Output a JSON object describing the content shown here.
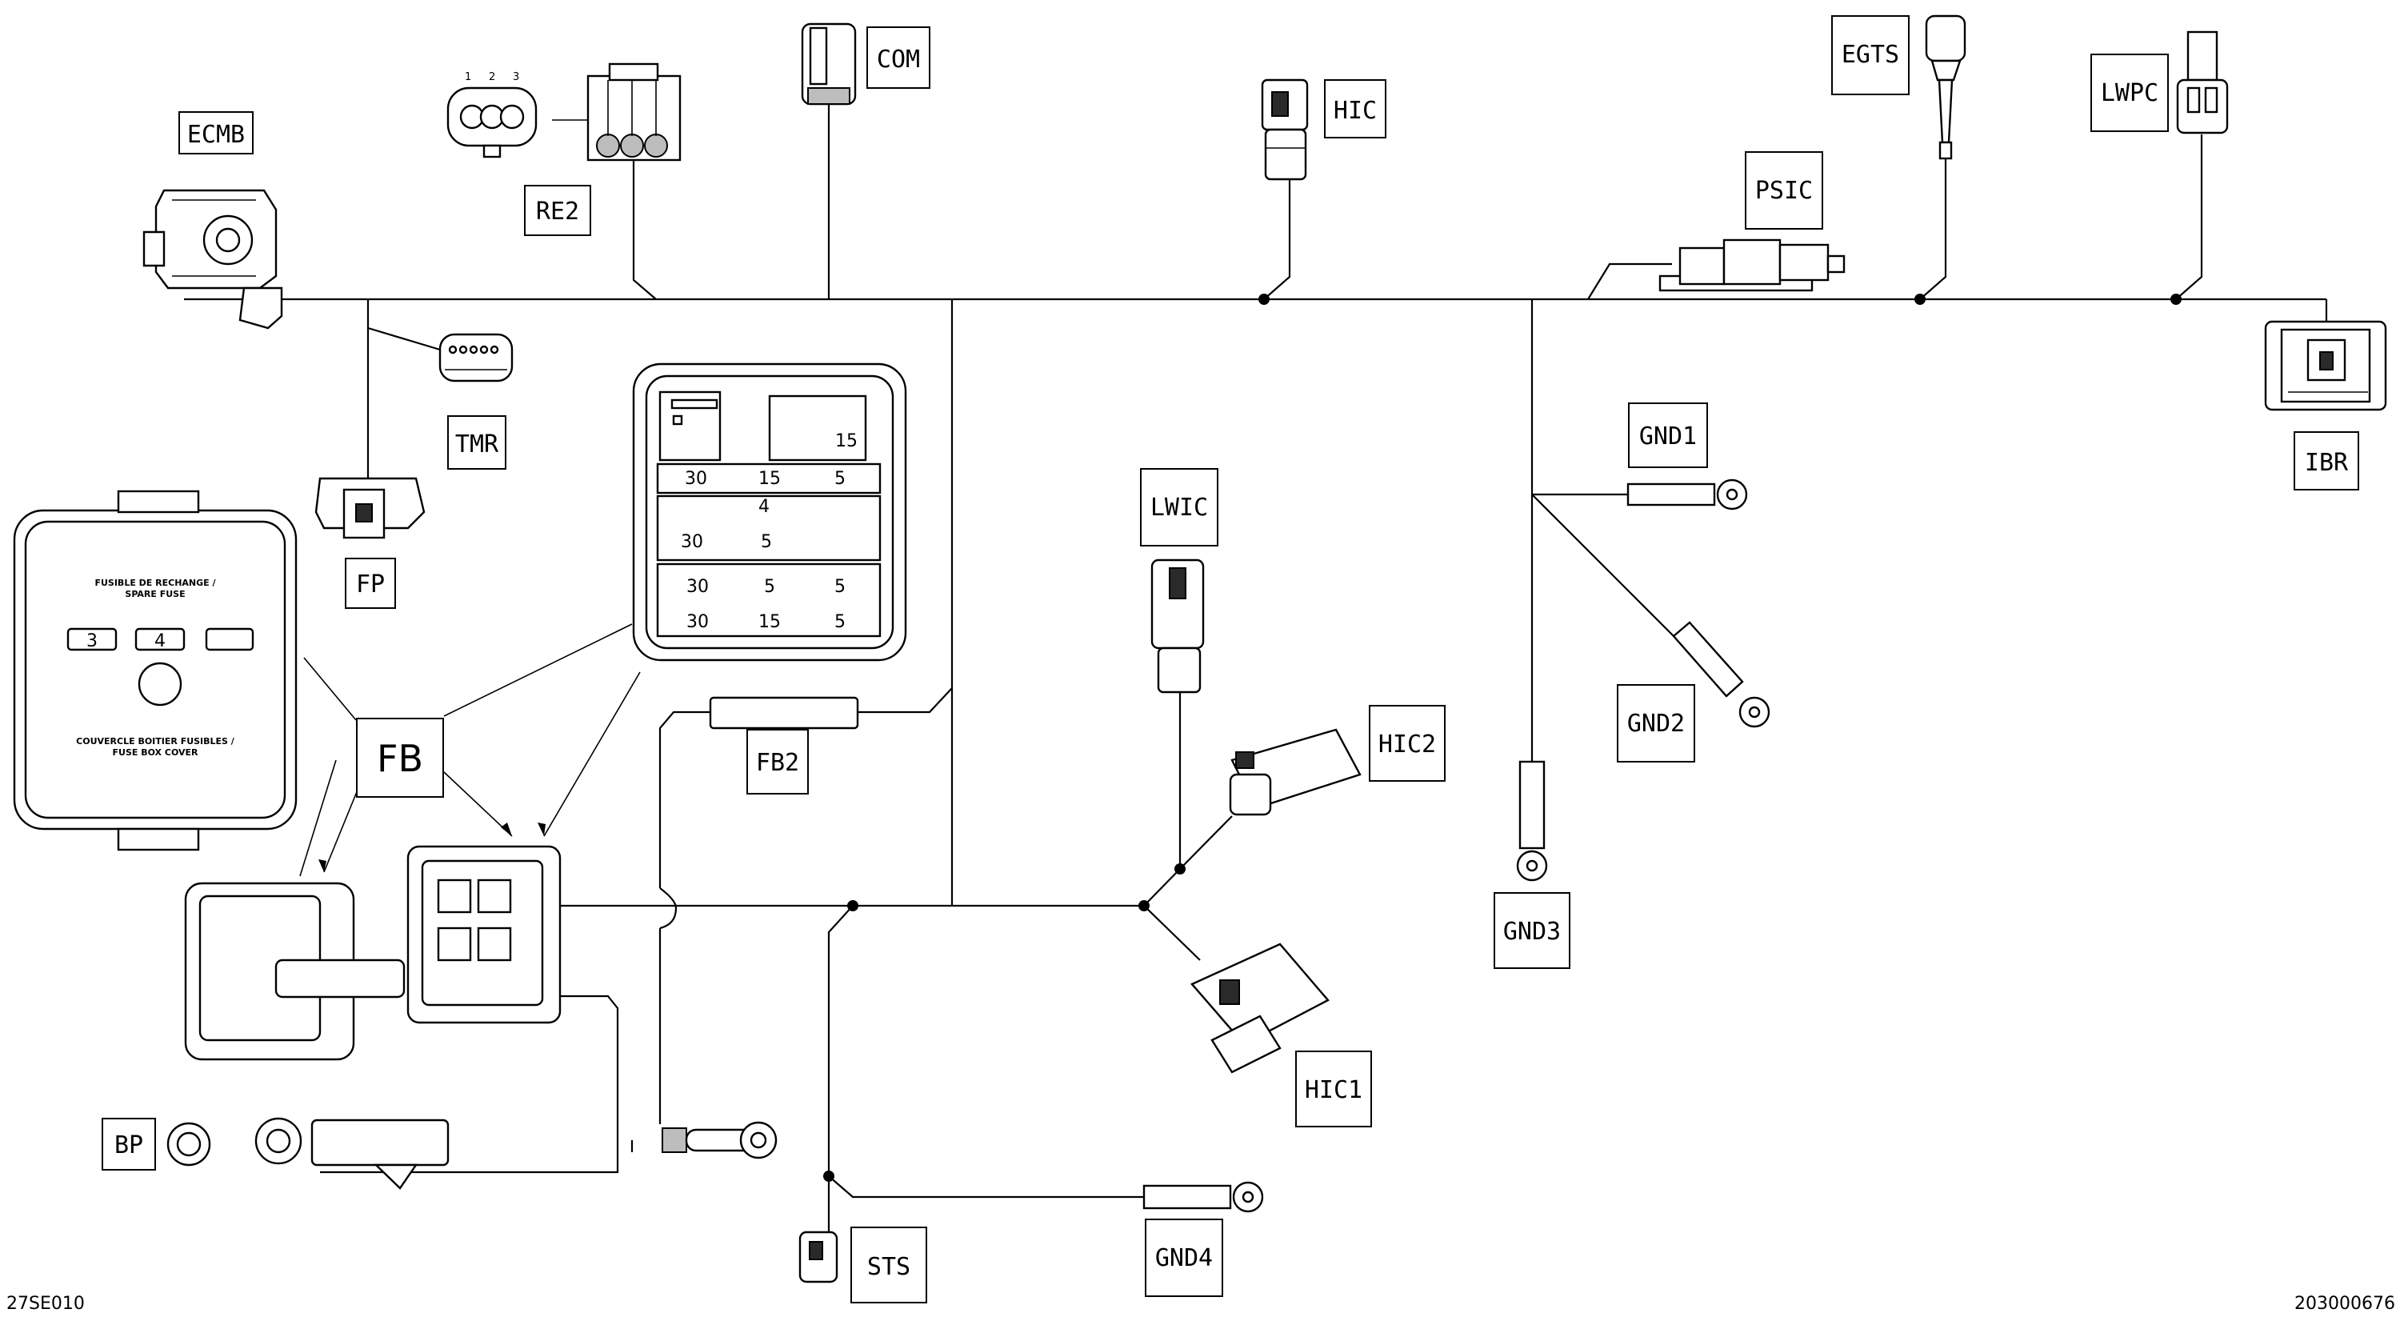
{
  "labels": {
    "ecmb": "ECMB",
    "re2": "RE2",
    "com": "COM",
    "hic": "HIC",
    "egts": "EGTS",
    "lwpc": "LWPC",
    "psic": "PSIC",
    "ibr": "IBR",
    "tmr": "TMR",
    "fp": "FP",
    "fb": "FB",
    "fb2": "FB2",
    "lwic": "LWIC",
    "gnd1": "GND1",
    "gnd2": "GND2",
    "gnd3": "GND3",
    "gnd4": "GND4",
    "hic2": "HIC2",
    "hic1": "HIC1",
    "bp": "BP",
    "sts": "STS"
  },
  "re2_pins": [
    "1",
    "2",
    "3"
  ],
  "fuse_box": {
    "row1": [
      "30",
      "15",
      "5"
    ],
    "row2_top": "4",
    "row2": [
      "30",
      "5"
    ],
    "row3": [
      "30",
      "5",
      "5"
    ],
    "row4": [
      "30",
      "15",
      "5"
    ],
    "row_top": "15"
  },
  "cover": {
    "spare_fr": "FUSIBLE DE RECHANGE /",
    "spare_en": "SPARE FUSE",
    "spare_values": [
      "3",
      "4"
    ],
    "cover_fr": "COUVERCLE BOITIER FUSIBLES /",
    "cover_en": "FUSE BOX COVER"
  },
  "footer": {
    "left_code": "27SE010",
    "right_code": "203000676"
  }
}
